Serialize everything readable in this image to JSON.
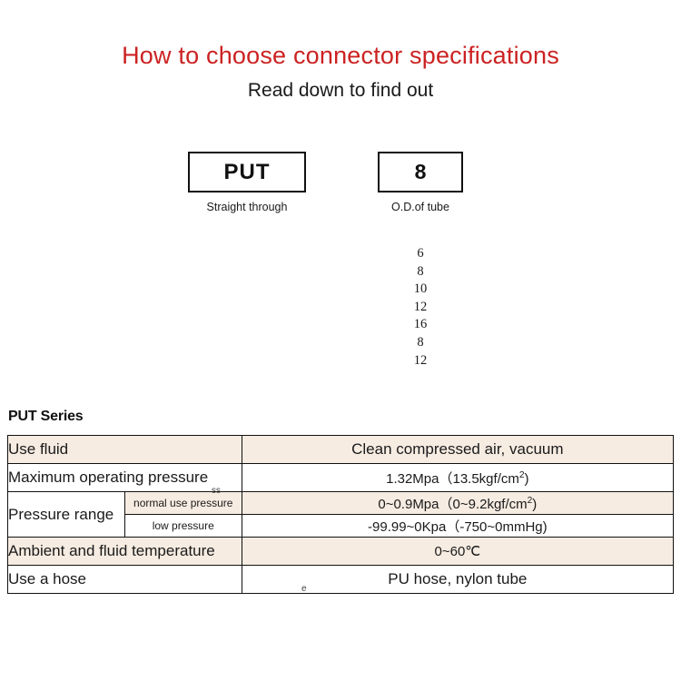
{
  "header": {
    "title": "How to choose connector specifications",
    "subtitle": "Read down to find out",
    "title_color": "#cc2222"
  },
  "selector": {
    "boxes": [
      {
        "code": "PUT",
        "caption": "Straight through"
      },
      {
        "code": "8",
        "caption": "O.D.of tube"
      }
    ],
    "tube_sizes": [
      "6",
      "8",
      "10",
      "12",
      "16",
      "8",
      "12"
    ]
  },
  "spec": {
    "series_label": "PUT Series",
    "tint_color": "#f6ece2",
    "rows": [
      {
        "label": "Use fluid",
        "value": "Clean compressed air, vacuum"
      },
      {
        "label": "Maximum operating pressure",
        "value_prefix": "1.32Mpa（13.5kgf/cm",
        "value_sup": "2",
        "value_suffix": ")"
      },
      {
        "label": "Pressure range",
        "sub_rows": [
          {
            "sublabel": "normal use pressure",
            "value_prefix": "0~0.9Mpa（0~9.2kgf/cm",
            "value_sup": "2",
            "value_suffix": ")"
          },
          {
            "sublabel": "low pressure",
            "value": "-99.99~0Kpa（-750~0mmHg)"
          }
        ]
      },
      {
        "label": "Ambient and fluid temperature",
        "value": "0~60℃"
      },
      {
        "label": "Use a hose",
        "value": "PU hose, nylon tube"
      }
    ]
  },
  "artifacts": {
    "ss": "ss",
    "e": "e"
  }
}
